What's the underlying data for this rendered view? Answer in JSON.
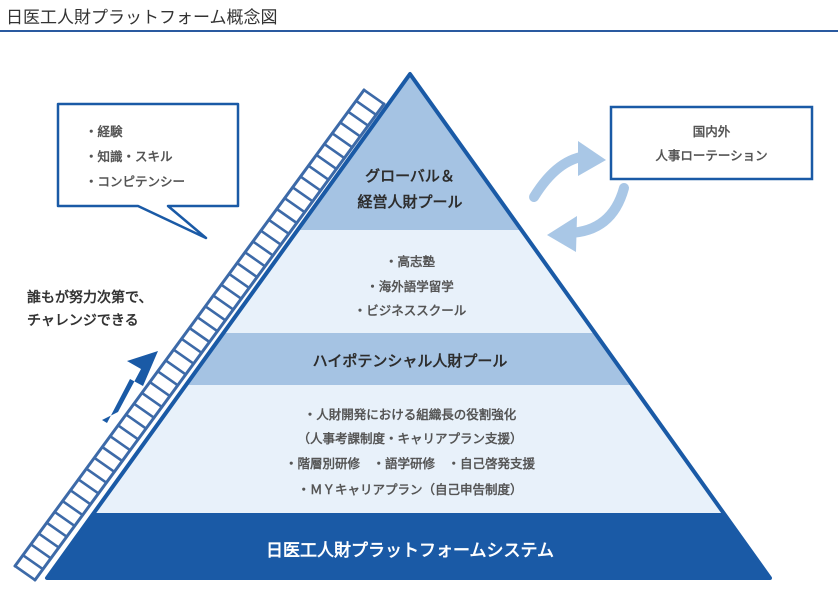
{
  "title": "日医工人財プラットフォーム概念図",
  "callout": {
    "items": [
      "・経験",
      "・知識・スキル",
      "・コンピテンシー"
    ]
  },
  "rotation_box": {
    "line1": "国内外",
    "line2": "人事ローテーション"
  },
  "ladder_text": {
    "line1": "誰もが努力次第で、",
    "line2": "チャレンジできる"
  },
  "pyramid": {
    "top_tier": {
      "line1": "グローバル＆",
      "line2": "経営人財プール"
    },
    "programs_1": [
      "・高志塾",
      "・海外語学留学",
      "・ビジネススクール"
    ],
    "middle_tier": "ハイポテンシャル人財プール",
    "programs_2": [
      "・人財開発における組織長の役割強化",
      "（人事考課制度・キャリアプラン支援）",
      "・階層別研修　・語学研修　・自己啓発支援",
      "・ＭＹキャリアプラン（自己申告制度）"
    ],
    "base": "日医工人財プラットフォームシステム"
  },
  "colors": {
    "dark_blue": "#1a5aa6",
    "tier_blue": "#a5c3e3",
    "pale_blue": "#e8f1fa",
    "arrow_blue": "#a9c7e6",
    "ladder_blue": "#3d6aa8"
  }
}
